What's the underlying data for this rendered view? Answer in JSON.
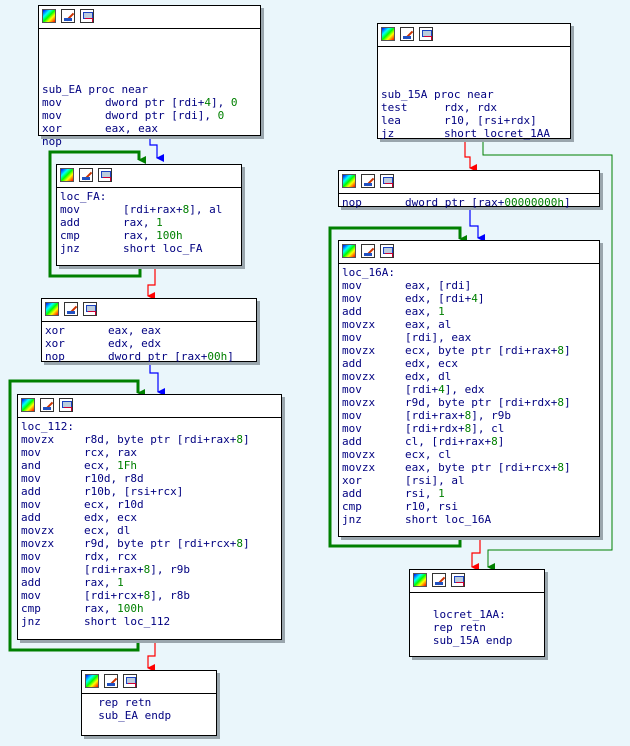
{
  "nodes": {
    "n1": {
      "lines": [
        {
          "label": ""
        },
        {
          "label": ""
        },
        {
          "label": ""
        },
        {
          "label": ""
        },
        {
          "label": "sub_EA proc near"
        },
        {
          "m": "mov",
          "ops": [
            {
              "t": "dword ptr [rdi+"
            },
            {
              "t": "4",
              "c": "num"
            },
            {
              "t": "], "
            },
            {
              "t": "0",
              "c": "num"
            }
          ]
        },
        {
          "m": "mov",
          "ops": [
            {
              "t": "dword ptr [rdi], "
            },
            {
              "t": "0",
              "c": "num"
            }
          ]
        },
        {
          "m": "xor",
          "ops": [
            {
              "t": "eax, eax"
            }
          ]
        },
        {
          "m": "nop",
          "ops": []
        }
      ]
    },
    "n2": {
      "lines": [
        {
          "label": "loc_FA:"
        },
        {
          "m": "mov",
          "ops": [
            {
              "t": "[rdi+rax+"
            },
            {
              "t": "8",
              "c": "num"
            },
            {
              "t": "], al"
            }
          ]
        },
        {
          "m": "add",
          "ops": [
            {
              "t": "rax, "
            },
            {
              "t": "1",
              "c": "num"
            }
          ]
        },
        {
          "m": "cmp",
          "ops": [
            {
              "t": "rax, "
            },
            {
              "t": "100h",
              "c": "num"
            }
          ]
        },
        {
          "m": "jnz",
          "ops": [
            {
              "t": "short loc_FA"
            }
          ]
        }
      ]
    },
    "n3": {
      "lines": [
        {
          "m": "xor",
          "ops": [
            {
              "t": "eax, eax"
            }
          ]
        },
        {
          "m": "xor",
          "ops": [
            {
              "t": "edx, edx"
            }
          ]
        },
        {
          "m": "nop",
          "ops": [
            {
              "t": "dword ptr [rax+"
            },
            {
              "t": "00h",
              "c": "num"
            },
            {
              "t": "]"
            }
          ]
        }
      ]
    },
    "n4": {
      "lines": [
        {
          "label": "loc_112:"
        },
        {
          "m": "movzx",
          "ops": [
            {
              "t": "r8d, byte ptr [rdi+rax+"
            },
            {
              "t": "8",
              "c": "num"
            },
            {
              "t": "]"
            }
          ]
        },
        {
          "m": "mov",
          "ops": [
            {
              "t": "rcx, rax"
            }
          ]
        },
        {
          "m": "and",
          "ops": [
            {
              "t": "ecx, "
            },
            {
              "t": "1Fh",
              "c": "num"
            }
          ]
        },
        {
          "m": "mov",
          "ops": [
            {
              "t": "r10d, r8d"
            }
          ]
        },
        {
          "m": "add",
          "ops": [
            {
              "t": "r10b, [rsi+rcx]"
            }
          ]
        },
        {
          "m": "mov",
          "ops": [
            {
              "t": "ecx, r10d"
            }
          ]
        },
        {
          "m": "add",
          "ops": [
            {
              "t": "edx, ecx"
            }
          ]
        },
        {
          "m": "movzx",
          "ops": [
            {
              "t": "ecx, dl"
            }
          ]
        },
        {
          "m": "movzx",
          "ops": [
            {
              "t": "r9d, byte ptr [rdi+rcx+"
            },
            {
              "t": "8",
              "c": "num"
            },
            {
              "t": "]"
            }
          ]
        },
        {
          "m": "mov",
          "ops": [
            {
              "t": "rdx, rcx"
            }
          ]
        },
        {
          "m": "mov",
          "ops": [
            {
              "t": "[rdi+rax+"
            },
            {
              "t": "8",
              "c": "num"
            },
            {
              "t": "], r9b"
            }
          ]
        },
        {
          "m": "add",
          "ops": [
            {
              "t": "rax, "
            },
            {
              "t": "1",
              "c": "num"
            }
          ]
        },
        {
          "m": "mov",
          "ops": [
            {
              "t": "[rdi+rcx+"
            },
            {
              "t": "8",
              "c": "num"
            },
            {
              "t": "], r8b"
            }
          ]
        },
        {
          "m": "cmp",
          "ops": [
            {
              "t": "rax, "
            },
            {
              "t": "100h",
              "c": "num"
            }
          ]
        },
        {
          "m": "jnz",
          "ops": [
            {
              "t": "short loc_112"
            }
          ]
        }
      ]
    },
    "n5": {
      "lines": [
        {
          "label": "  rep retn"
        },
        {
          "label": "  sub_EA endp"
        }
      ]
    },
    "n6": {
      "lines": [
        {
          "label": ""
        },
        {
          "label": ""
        },
        {
          "label": ""
        },
        {
          "label": "sub_15A proc near"
        },
        {
          "m": "test",
          "ops": [
            {
              "t": "rdx, rdx"
            }
          ]
        },
        {
          "m": "lea",
          "ops": [
            {
              "t": "r10, [rsi+rdx]"
            }
          ]
        },
        {
          "m": "jz",
          "ops": [
            {
              "t": "short locret_1AA"
            }
          ]
        }
      ]
    },
    "n7": {
      "lines": [
        {
          "m": "nop",
          "ops": [
            {
              "t": "dword ptr [rax+"
            },
            {
              "t": "00000000h",
              "c": "num"
            },
            {
              "t": "]"
            }
          ]
        }
      ]
    },
    "n8": {
      "lines": [
        {
          "label": "loc_16A:"
        },
        {
          "m": "mov",
          "ops": [
            {
              "t": "eax, [rdi]"
            }
          ]
        },
        {
          "m": "mov",
          "ops": [
            {
              "t": "edx, [rdi+"
            },
            {
              "t": "4",
              "c": "num"
            },
            {
              "t": "]"
            }
          ]
        },
        {
          "m": "add",
          "ops": [
            {
              "t": "eax, "
            },
            {
              "t": "1",
              "c": "num"
            }
          ]
        },
        {
          "m": "movzx",
          "ops": [
            {
              "t": "eax, al"
            }
          ]
        },
        {
          "m": "mov",
          "ops": [
            {
              "t": "[rdi], eax"
            }
          ]
        },
        {
          "m": "movzx",
          "ops": [
            {
              "t": "ecx, byte ptr [rdi+rax+"
            },
            {
              "t": "8",
              "c": "num"
            },
            {
              "t": "]"
            }
          ]
        },
        {
          "m": "add",
          "ops": [
            {
              "t": "edx, ecx"
            }
          ]
        },
        {
          "m": "movzx",
          "ops": [
            {
              "t": "edx, dl"
            }
          ]
        },
        {
          "m": "mov",
          "ops": [
            {
              "t": "[rdi+"
            },
            {
              "t": "4",
              "c": "num"
            },
            {
              "t": "], edx"
            }
          ]
        },
        {
          "m": "movzx",
          "ops": [
            {
              "t": "r9d, byte ptr [rdi+rdx+"
            },
            {
              "t": "8",
              "c": "num"
            },
            {
              "t": "]"
            }
          ]
        },
        {
          "m": "mov",
          "ops": [
            {
              "t": "[rdi+rax+"
            },
            {
              "t": "8",
              "c": "num"
            },
            {
              "t": "], r9b"
            }
          ]
        },
        {
          "m": "mov",
          "ops": [
            {
              "t": "[rdi+rdx+"
            },
            {
              "t": "8",
              "c": "num"
            },
            {
              "t": "], cl"
            }
          ]
        },
        {
          "m": "add",
          "ops": [
            {
              "t": "cl, [rdi+rax+"
            },
            {
              "t": "8",
              "c": "num"
            },
            {
              "t": "]"
            }
          ]
        },
        {
          "m": "movzx",
          "ops": [
            {
              "t": "ecx, cl"
            }
          ]
        },
        {
          "m": "movzx",
          "ops": [
            {
              "t": "eax, byte ptr [rdi+rcx+"
            },
            {
              "t": "8",
              "c": "num"
            },
            {
              "t": "]"
            }
          ]
        },
        {
          "m": "xor",
          "ops": [
            {
              "t": "[rsi], al"
            }
          ]
        },
        {
          "m": "add",
          "ops": [
            {
              "t": "rsi, "
            },
            {
              "t": "1",
              "c": "num"
            }
          ]
        },
        {
          "m": "cmp",
          "ops": [
            {
              "t": "r10, rsi"
            }
          ]
        },
        {
          "m": "jnz",
          "ops": [
            {
              "t": "short loc_16A"
            }
          ]
        }
      ]
    },
    "n9": {
      "lines": [
        {
          "label": ""
        },
        {
          "label": "   locret_1AA:"
        },
        {
          "label": "   rep retn"
        },
        {
          "label": "   sub_15A endp"
        }
      ]
    }
  },
  "colors": {
    "background": "#eaf6fb",
    "text": "#000080",
    "number": "#008000",
    "edge_true": "#008000",
    "edge_false": "#ff0000",
    "edge_uncond": "#0000ff"
  },
  "icons": [
    "graph-colors-icon",
    "edit-comment-icon",
    "node-display-icon"
  ]
}
